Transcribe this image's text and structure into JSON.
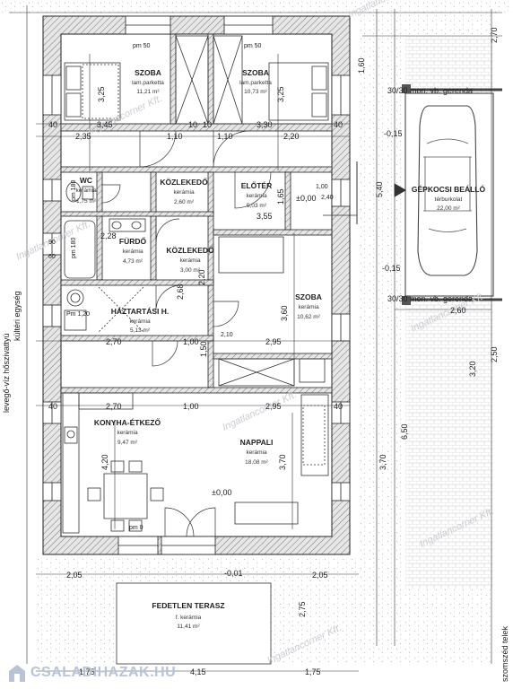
{
  "rooms": [
    {
      "id": "szoba1",
      "name": "SZOBA",
      "floor": "lam.parketta",
      "area": "11,21 m²"
    },
    {
      "id": "szoba2",
      "name": "SZOBA",
      "floor": "lam.parketta",
      "area": "10,73 m²"
    },
    {
      "id": "wc",
      "name": "WC",
      "floor": "kerámia",
      "area": "1,75 m²"
    },
    {
      "id": "kozlekedo1",
      "name": "KÖZLEKEDŐ",
      "floor": "kerámia",
      "area": "2,60 m²"
    },
    {
      "id": "eloter",
      "name": "ELŐTÉR",
      "floor": "kerámia",
      "area": "5,03 m²"
    },
    {
      "id": "gepkocsi",
      "name": "GÉPKOCSI BEÁLLÓ",
      "floor": "térburkolat",
      "area": "22,00 m²"
    },
    {
      "id": "furdo",
      "name": "FÜRDŐ",
      "floor": "kerámia",
      "area": "4,73 m²"
    },
    {
      "id": "kozlekedo2",
      "name": "KÖZLEKEDŐ",
      "floor": "kerámia",
      "area": "3,00 m²"
    },
    {
      "id": "haztartasi",
      "name": "HÁZTARTÁSI H.",
      "floor": "kerámia",
      "area": "5,13 m²"
    },
    {
      "id": "szoba3",
      "name": "SZOBA",
      "floor": "kerámia",
      "area": "10,62 m²"
    },
    {
      "id": "konyha",
      "name": "KONYHA-ÉTKEZŐ",
      "floor": "kerámia",
      "area": "9,47 m²"
    },
    {
      "id": "nappali",
      "name": "NAPPALI",
      "floor": "kerámia",
      "area": "18,08 m²"
    },
    {
      "id": "terasz",
      "name": "FEDETLEN TERASZ",
      "floor": "f. kerámia",
      "area": "11,41 m²"
    }
  ],
  "dimensions": {
    "d345": "3,45",
    "d330": "3,30",
    "d235": "2,35",
    "d220": "2,20",
    "d110a": "1,10",
    "d110b": "1,10",
    "d10a": "10",
    "d10b": "10",
    "d40a": "40",
    "d40b": "40",
    "d40c": "40",
    "d40d": "40",
    "d325a": "3,25",
    "d325b": "3,25",
    "d355": "3,55",
    "d270a": "2,70",
    "d295a": "2,95",
    "d100a": "1,00",
    "d270b": "2,70",
    "d295b": "2,95",
    "d100b": "1,00",
    "d420": "4,20",
    "d370": "3,70",
    "d360": "3,60",
    "d228": "2,28",
    "d268": "2,68",
    "d220b": "2,20",
    "d165": "1,65",
    "d540": "5,40",
    "d240": "2,40",
    "d205a": "2,05",
    "d205b": "2,05",
    "d275": "2,75",
    "d175a": "1,75",
    "d175b": "1,75",
    "d415": "4,15",
    "d260": "2,60",
    "d320": "3,20",
    "d250": "2,50",
    "d650": "6,50",
    "d370b": "3,70",
    "d160": "1,60",
    "d270c": "2,70",
    "d90": "90",
    "d60": "60",
    "d210": "2,10",
    "d150": "1,50",
    "d100c": "1,00"
  },
  "levels": {
    "l0": "±0,00",
    "l0b": "±0,00",
    "lm001": "-0,01",
    "lm015a": "-0,15",
    "lm015b": "-0,15"
  },
  "notes": {
    "fence1": "30/30 mon. vb. gerenda",
    "fence2": "30/30 mon. vb. gerenda",
    "sideText1": "kültéri egység",
    "sideText2": "levegő-víz hőszivattyú",
    "rightText": "szomszéd telek",
    "pm50a": "pm 50",
    "pm50b": "pm 50",
    "pm0": "pm 0",
    "pm180a": "pm 180",
    "pm180b": "pm 180",
    "pm120": "Pm 1,20"
  },
  "watermark": "Ingatlancorner Kft.",
  "logo": "CSALADIHAZAK.HU"
}
